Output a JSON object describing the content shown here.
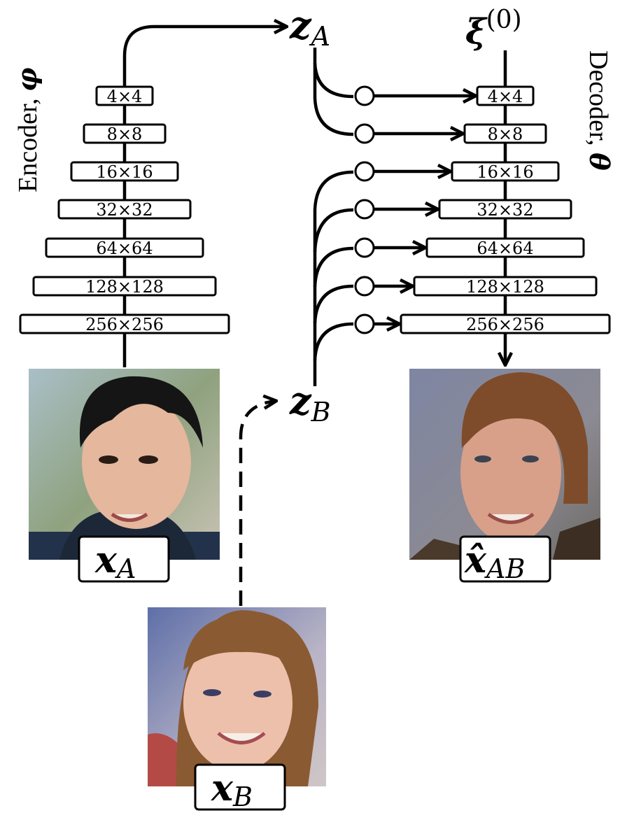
{
  "encoder": {
    "label_text": "Encoder, ",
    "label_symbol": "φ",
    "blocks": [
      "4×4",
      "8×8",
      "16×16",
      "32×32",
      "64×64",
      "128×128",
      "256×256"
    ]
  },
  "decoder": {
    "label_text": "Decoder, ",
    "label_symbol": "θ",
    "blocks": [
      "4×4",
      "8×8",
      "16×16",
      "32×32",
      "64×64",
      "128×128",
      "256×256"
    ],
    "input_symbol": "ξ",
    "input_superscript": "(0)"
  },
  "latents": {
    "zA_symbol": "z",
    "zA_sub": "A",
    "zB_symbol": "z",
    "zB_sub": "B"
  },
  "images": {
    "xA": {
      "symbol": "x",
      "sub": "A"
    },
    "xB": {
      "symbol": "x",
      "sub": "B"
    },
    "xAB": {
      "symbol": "x̂",
      "sub": "AB"
    }
  }
}
